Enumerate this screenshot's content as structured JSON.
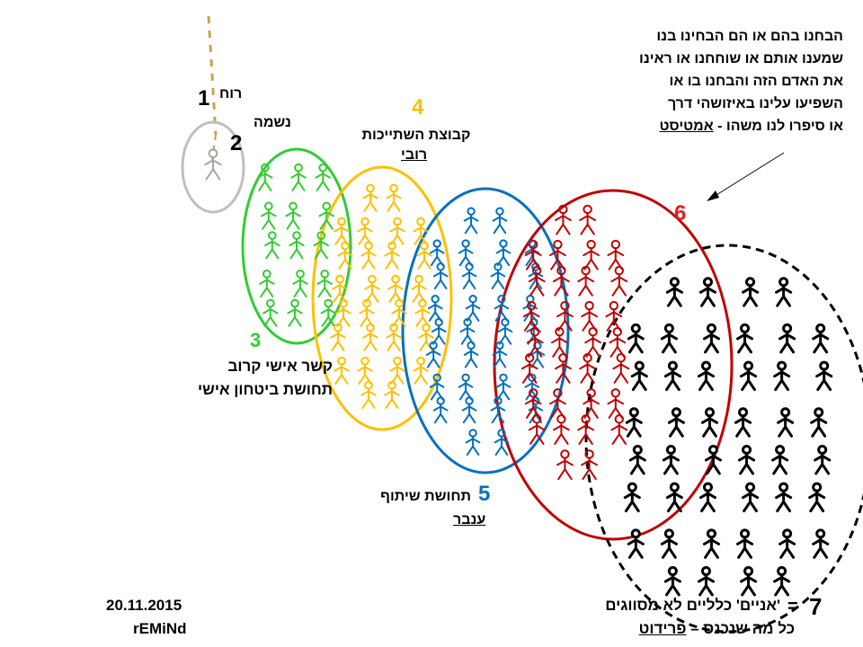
{
  "labels": {
    "n1": "1",
    "n2": "2",
    "n3": "3",
    "n4": "4",
    "n5": "5",
    "n6": "6",
    "n7": "7",
    "spirit": "רוח",
    "soul": "נשמה",
    "group4_title": "קבוצת השתייכות",
    "group4_sub": "רובי",
    "group3_line1": "קשר אישי קרוב",
    "group3_line2": "תחושת ביטחון אישי",
    "group5_title": "תחושת שיתוף",
    "group5_sub": "ענבר",
    "top_note_lines": [
      "הבחנו בהם או הם הבחינו בנו",
      "שמענו אותם או שוחחנו או ראינו",
      "את האדם הזה והבחנו בו או",
      "השפיעו עלינו באיזושהי דרך"
    ],
    "top_note_last_prefix": "או סיפרו לנו משהו - ",
    "top_note_last_name": "אמטיסט",
    "group7_eq": "=",
    "group7_line1": "'אניים' כלליים לא מסווגים",
    "group7_line2_prefix": "כל מה שנכנס – ",
    "group7_line2_name": "פרידוט",
    "date": "20.11.2015",
    "author": "rEMiNd"
  },
  "colors": {
    "spirit_line": "#c9a24a",
    "soul_circle": "#bfbfbf",
    "green": "#33cc33",
    "yellow": "#ffc000",
    "blue": "#0070c0",
    "red": "#c00000",
    "black": "#000000",
    "n4": "#ffc000",
    "n3": "#33cc33",
    "n5": "#0070c0",
    "n6": "#e02020"
  }
}
